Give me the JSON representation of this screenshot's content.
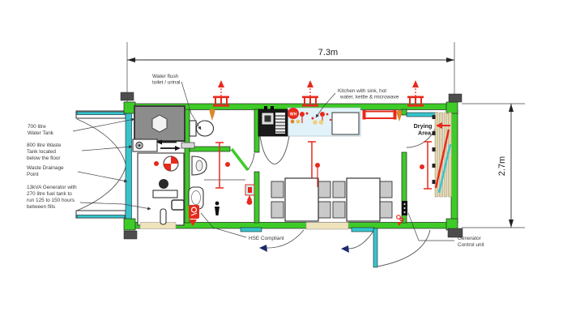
{
  "plan": {
    "dimensions": {
      "width_label": "7.3m",
      "height_label": "2.7m"
    },
    "labels": {
      "water_flush": {
        "lines": [
          "Water flush",
          "toilet / urinal"
        ]
      },
      "kitchen": {
        "lines": [
          "Kitchen with sink, hot",
          "water, kettle & microwave"
        ]
      },
      "drying_area": {
        "lines": [
          "Drying",
          "Area"
        ]
      },
      "water_tank": {
        "lines": [
          "700 litre",
          "Water Tank"
        ]
      },
      "waste_tank": {
        "lines": [
          "800 litre Waste",
          "Tank located",
          "below the floor"
        ]
      },
      "waste_drainage": {
        "lines": [
          "Waste Drainage",
          "Point"
        ]
      },
      "generator": {
        "lines": [
          "13kVA Generator with",
          "270 litre fuel tank to",
          "run 125 to 150 hours",
          "between  fills"
        ]
      },
      "hse": {
        "lines": [
          "HSE Compliant"
        ]
      },
      "generator_control": {
        "lines": [
          "Generator",
          "Control unit"
        ]
      }
    },
    "badges": {
      "water_heater": "WH"
    },
    "colors": {
      "wall_green": "#3ECB28",
      "wall_teal": "#35C4CE",
      "symbol_red": "#E8291C",
      "cone_orange": "#D98A2B",
      "tank_gray": "#8C8C8C",
      "counter_blue": "#E1F2F8",
      "slat_tan": "#DED3AB",
      "threshold_tan": "#EFE3BC",
      "arrow_navy": "#1B2A6B"
    }
  }
}
